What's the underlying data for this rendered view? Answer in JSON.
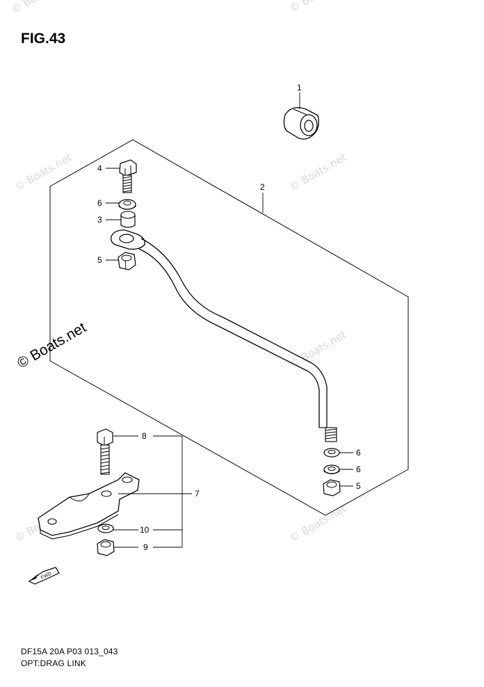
{
  "figure": {
    "title": "FIG.43"
  },
  "watermark": {
    "text": "© Boats.net"
  },
  "callouts": [
    {
      "id": "1",
      "label": "1"
    },
    {
      "id": "2",
      "label": "2"
    },
    {
      "id": "3",
      "label": "3"
    },
    {
      "id": "4",
      "label": "4"
    },
    {
      "id": "5a",
      "label": "5"
    },
    {
      "id": "5b",
      "label": "5"
    },
    {
      "id": "6a",
      "label": "6"
    },
    {
      "id": "6b",
      "label": "6"
    },
    {
      "id": "6c",
      "label": "6"
    },
    {
      "id": "7",
      "label": "7"
    },
    {
      "id": "8",
      "label": "8"
    },
    {
      "id": "9",
      "label": "9"
    },
    {
      "id": "10",
      "label": "10"
    }
  ],
  "direction_marker": {
    "text": "FWD"
  },
  "footer": {
    "code": "DF15A 20A P03 013_043",
    "name": "OPT:DRAG LINK"
  },
  "colors": {
    "line": "#000000",
    "background": "#ffffff",
    "watermark": "#d8d8d8"
  }
}
